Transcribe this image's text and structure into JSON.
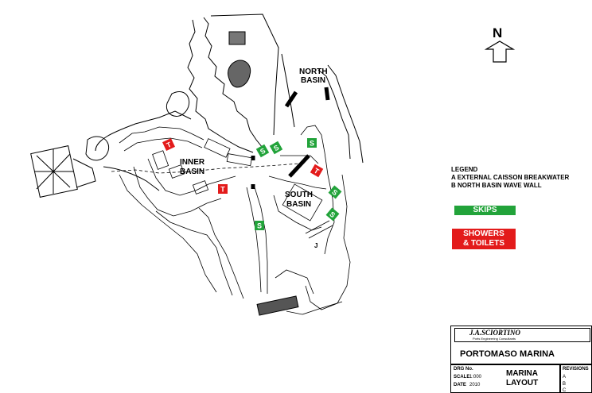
{
  "map": {
    "north_label": "N",
    "areas": {
      "north_basin_1": "NORTH",
      "north_basin_2": "BASIN",
      "inner_basin_1": "INNER",
      "inner_basin_2": "BASIN",
      "south_basin_1": "SOUTH",
      "south_basin_2": "BASIN"
    },
    "marker_labels": {
      "skip": "S",
      "toilet": "T",
      "point_j": "J"
    },
    "colors": {
      "skip": "#22a33a",
      "toilet": "#e31b1b",
      "line": "#000000"
    }
  },
  "legend": {
    "title": "LEGEND",
    "items": [
      "A  EXTERNAL CAISSON BREAKWATER",
      "B  NORTH BASIN WAVE WALL"
    ],
    "skips_label": "SKIPS",
    "showers_label_1": "SHOWERS",
    "showers_label_2": "& TOILETS"
  },
  "title_block": {
    "company": "J.A.SCIORTINO",
    "company_sub": "Ports Engineering Consultants",
    "project": "PORTOMASO MARINA",
    "drg_no_label": "DRG No.",
    "scale_label": "SCALE",
    "scale_value": "1:000",
    "date_label": "DATE",
    "date_value": "2010",
    "drawing_title_1": "MARINA",
    "drawing_title_2": "LAYOUT",
    "revisions_label": "REVISIONS",
    "rev_a": "A",
    "rev_b": "B",
    "rev_c": "C"
  }
}
